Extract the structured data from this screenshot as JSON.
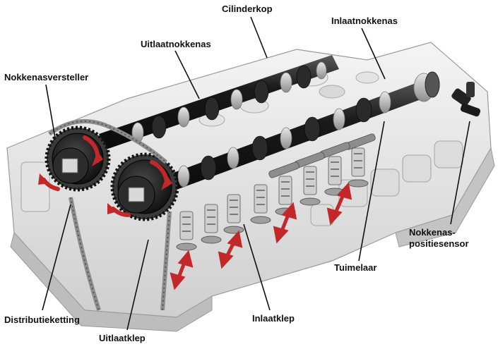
{
  "diagram": {
    "labels": {
      "cilinderkop": "Cilinderkop",
      "uitlaatnokkenas": "Uitlaatnokkenas",
      "inlaatnokkenas": "Inlaatnokkenas",
      "nokkenasversteller": "Nokkenasversteller",
      "nokkenas_sensor_line1": "Nokkenas-",
      "nokkenas_sensor_line2": "positiesensor",
      "tuimelaar": "Tuimelaar",
      "distributieketting": "Distributieketting",
      "inlaatklep": "Inlaatklep",
      "uitlaatklep": "Uitlaatklep"
    },
    "colors": {
      "arrow": "#c2282a",
      "leader": "#111111",
      "head_light": "#f1f1f1",
      "head_mid": "#d4d4d4",
      "head_dark": "#a8a8a8",
      "camshaft": "#1c1c1c",
      "metal": "#b9b9b9"
    }
  }
}
